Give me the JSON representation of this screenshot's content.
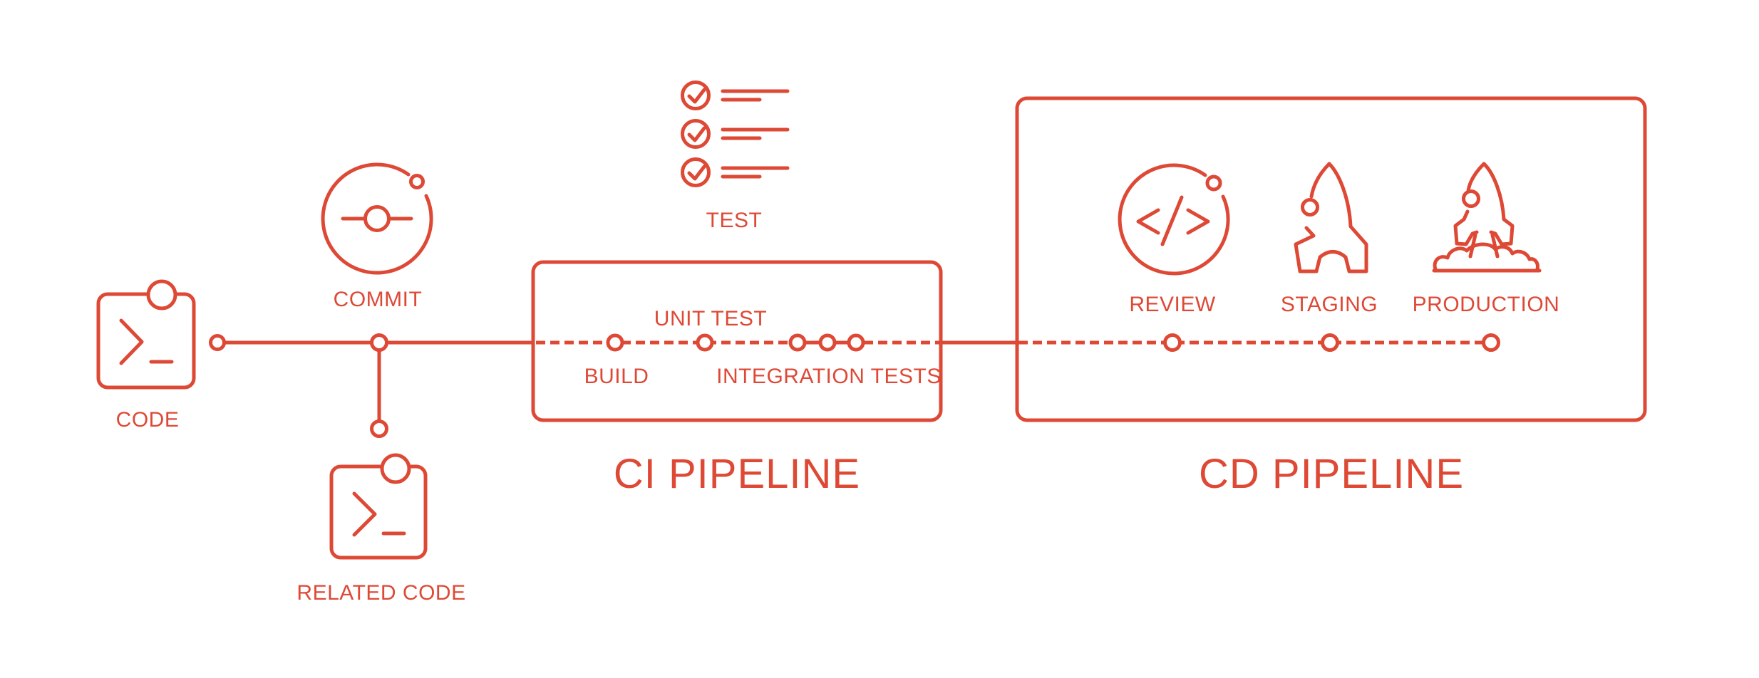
{
  "colors": {
    "accent": "#DE4936",
    "background": "#FFFFFF"
  },
  "icons": {
    "code": "terminal-code-icon",
    "commit": "git-commit-orbit-icon",
    "related_code": "terminal-code-icon",
    "test": "checklist-icon",
    "review": "code-review-orbit-icon",
    "staging": "rocket-icon",
    "production": "rocket-launch-icon"
  },
  "diagram": {
    "source": {
      "code": {
        "label": "CODE"
      },
      "commit": {
        "label": "COMMIT"
      },
      "related_code": {
        "label": "RELATED CODE"
      },
      "test": {
        "label": "TEST"
      }
    },
    "ci_pipeline": {
      "title": "CI PIPELINE",
      "steps": {
        "build": {
          "label": "BUILD"
        },
        "unit_test": {
          "label": "UNIT TEST"
        },
        "integration_tests": {
          "label": "INTEGRATION TESTS"
        }
      }
    },
    "cd_pipeline": {
      "title": "CD PIPELINE",
      "steps": {
        "review": {
          "label": "REVIEW"
        },
        "staging": {
          "label": "STAGING"
        },
        "production": {
          "label": "PRODUCTION"
        }
      }
    }
  }
}
